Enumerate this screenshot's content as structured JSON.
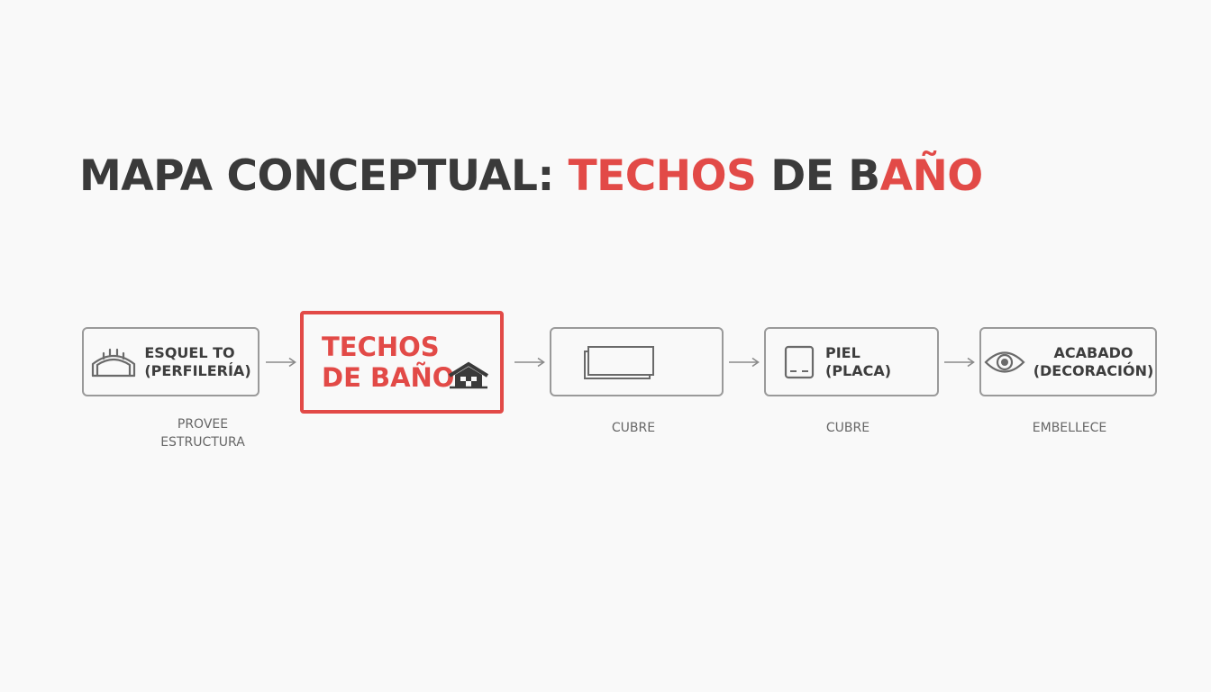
{
  "title": {
    "part1": "MAPA CONCEPTUAL: ",
    "part2": "TECHOS",
    "part3": " DE B",
    "part4": "AÑO"
  },
  "center": {
    "line1": "TECHOS",
    "line2": "DE BAÑO",
    "icon": "house-icon"
  },
  "nodes": [
    {
      "line1": "ESQUEL TO",
      "line2": "(PERFILERÍA)",
      "icon": "bridge-frame-icon",
      "caption1": "PROVEE",
      "caption2": "ESTRUCTURA"
    },
    {
      "icon": "stacked-panels-icon",
      "caption1": "CUBRE"
    },
    {
      "line1": "PIEL",
      "line2": "(PLACA)",
      "icon": "tablet-panel-icon",
      "caption1": "CUBRE"
    },
    {
      "line1": "ACABADO",
      "line2": "(DECORACIÓN)",
      "icon": "eye-icon",
      "caption1": "EMBELLECE"
    }
  ],
  "colors": {
    "accent": "#e24a47",
    "text_dark": "#3a3a3a",
    "border": "#9a9a9a",
    "caption": "#666666",
    "background": "#f9f9f9"
  }
}
